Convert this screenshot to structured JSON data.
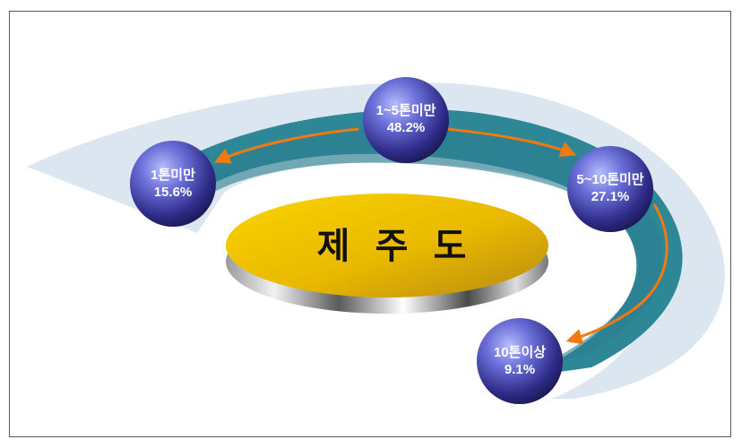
{
  "center": {
    "chars": [
      "제",
      "주",
      "도"
    ]
  },
  "nodes": [
    {
      "label": "1~5톤미만",
      "value": "48.2%"
    },
    {
      "label": "5~10톤미만",
      "value": "27.1%"
    },
    {
      "label": "10톤이상",
      "value": "9.1%"
    },
    {
      "label": "1톤미만",
      "value": "15.6%"
    }
  ],
  "colors": {
    "band": "#dce6f0",
    "ring": "#2e8797",
    "ring_dark": "#1e6a78",
    "arrow": "#f07a10",
    "ellipse_top": "#f4c400",
    "sphere_light": "#9ea6f4",
    "sphere_dark": "#1c1a5a"
  }
}
